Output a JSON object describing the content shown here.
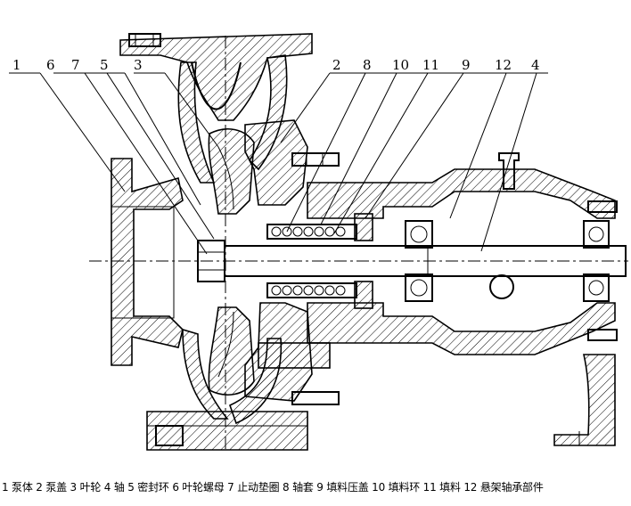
{
  "callouts": [
    "1",
    "6",
    "7",
    "5",
    "3",
    "2",
    "8",
    "10",
    "11",
    "9",
    "12",
    "4"
  ],
  "caption": "1 泵体 2 泵盖 3 叶轮 4 轴 5 密封环 6 叶轮螺母 7 止动垫圈 8 轴套 9 填料压盖 10 填料环 11 填料 12 悬架轴承部件"
}
